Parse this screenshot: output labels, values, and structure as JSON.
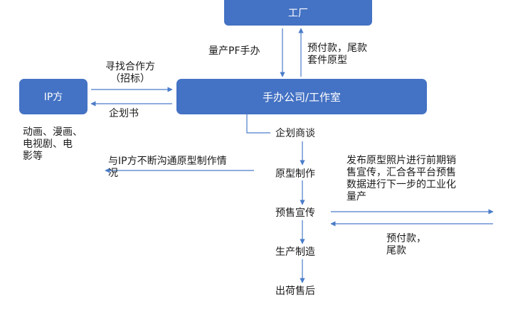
{
  "nodes": {
    "factory": "工厂",
    "ip": "IP方",
    "studio": "手办公司/工作室"
  },
  "edge_labels": {
    "studio_to_factory": "量产PF手办",
    "factory_to_studio": "预付款，尾款\n套件原型",
    "studio_to_ip": "寻找合作方\n（招标）",
    "ip_to_studio": "企划书",
    "ip_works": "动画、漫画、\n电视剧、电\n影等",
    "communicate_ip": "与IP方不断沟通原型制作情\n况",
    "market_out": "发布原型照片进行前期销\n售宣传，汇合各平台预售\n数据进行下一步的工业化\n量产",
    "market_in": "预付款，\n尾款"
  },
  "process_steps": [
    "企划商谈",
    "原型制作",
    "预售宣传",
    "生产制造",
    "出荷售后"
  ],
  "colors": {
    "box": "#4472c4",
    "arrow": "#4a7cc9"
  }
}
